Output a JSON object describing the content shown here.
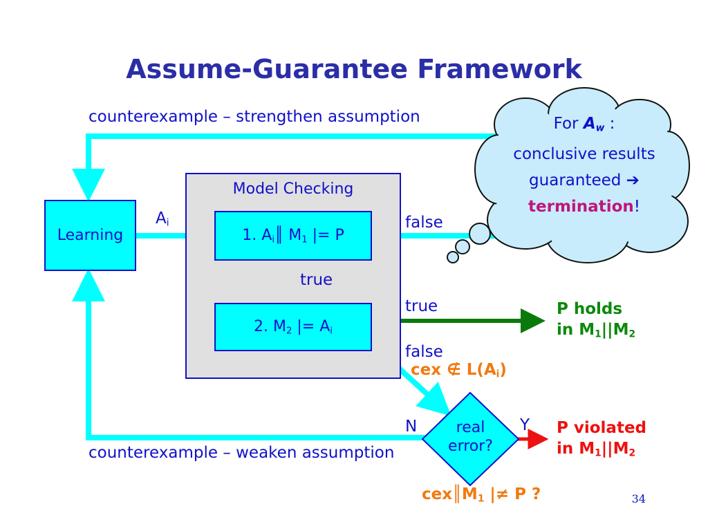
{
  "title": "Assume-Guarantee Framework",
  "top_feedback_label": "counterexample – strengthen assumption",
  "bottom_feedback_label": "counterexample – weaken assumption",
  "learning_label": "Learning",
  "assumption_label": "A",
  "assumption_sub": "i",
  "model_checking_label": "Model Checking",
  "step1": {
    "prefix": "1. A",
    "sub1": "i",
    "mid": "║ M",
    "sub2": "1",
    "suffix": " |= P"
  },
  "step2": {
    "prefix": "2. M",
    "sub1": "2",
    "mid": " |= A",
    "sub2": "i"
  },
  "edge_labels": {
    "false_1": "false",
    "true_1": "true",
    "true_2": "true",
    "false_2": "false",
    "n": "N",
    "y": "Y"
  },
  "cex_not_in": {
    "text": "cex ∉ L(A",
    "sub": "i",
    "close": ")"
  },
  "cex_check": {
    "prefix": "cex║M",
    "sub": "1",
    "suffix": " |≠ P ?"
  },
  "real_error": {
    "line1": "real",
    "line2": "error?"
  },
  "p_holds": {
    "line1": "P holds",
    "line2_prefix": "in M",
    "sub1": "1",
    "mid": "||M",
    "sub2": "2"
  },
  "p_violated": {
    "line1": "P violated",
    "line2_prefix": "in M",
    "sub1": "1",
    "mid": "||M",
    "sub2": "2"
  },
  "cloud": {
    "for": "For ",
    "aw": "A",
    "aw_sub": "w",
    "colon": " :",
    "line2": "conclusive results",
    "line3": "guaranteed ➔",
    "termination": "termination",
    "bang": "!"
  },
  "page_number": "34",
  "colors": {
    "title": "#2b2ea6",
    "box_fill": "#00ffff",
    "box_border": "#1010c8",
    "panel_fill": "#e0e0e0",
    "arrow_cyan": "#00ffff",
    "arrow_green": "#0a7a0a",
    "arrow_red": "#ee1111",
    "cloud_fill": "#c8ecfb"
  }
}
